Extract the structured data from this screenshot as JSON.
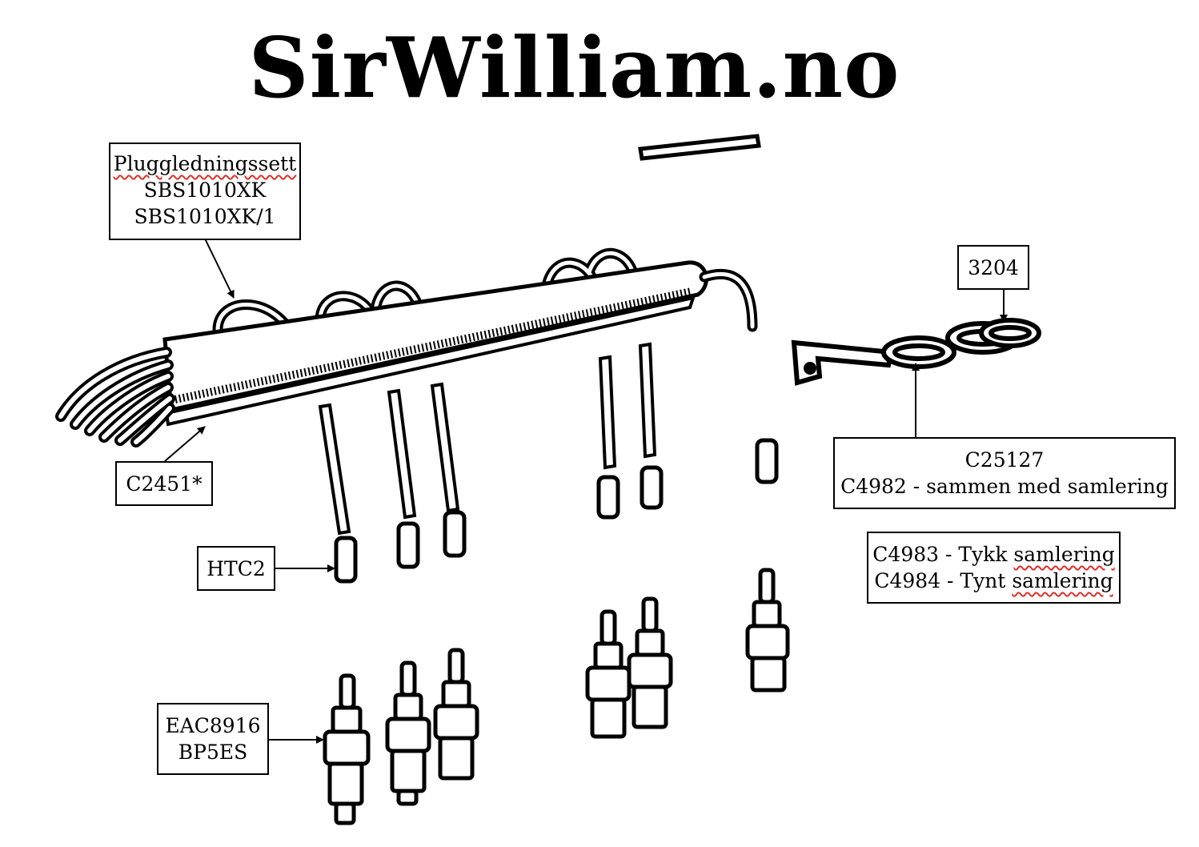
{
  "title": "SirWilliam.no",
  "labels": {
    "harness": {
      "line1": "Pluggledningssett",
      "line2": "SBS1010XK",
      "line3": "SBS1010XK/1"
    },
    "cover": {
      "text": "C2451*"
    },
    "connector_htc": {
      "text": "HTC2"
    },
    "plug": {
      "line1": "EAC8916",
      "line2": "BP5ES"
    },
    "part_3204": {
      "text": "3204"
    },
    "bracket": {
      "line1": "C25127",
      "line2": "C4982 - sammen med samlering"
    },
    "grommet": {
      "line1_code": "C4983 - Tykk ",
      "line1_word": "samlering",
      "line2_code": "C4984 - Tynt ",
      "line2_word": "samlering"
    }
  },
  "colors": {
    "ink": "#000000",
    "background": "#ffffff",
    "spellcheck_underline": "#d9322c"
  }
}
